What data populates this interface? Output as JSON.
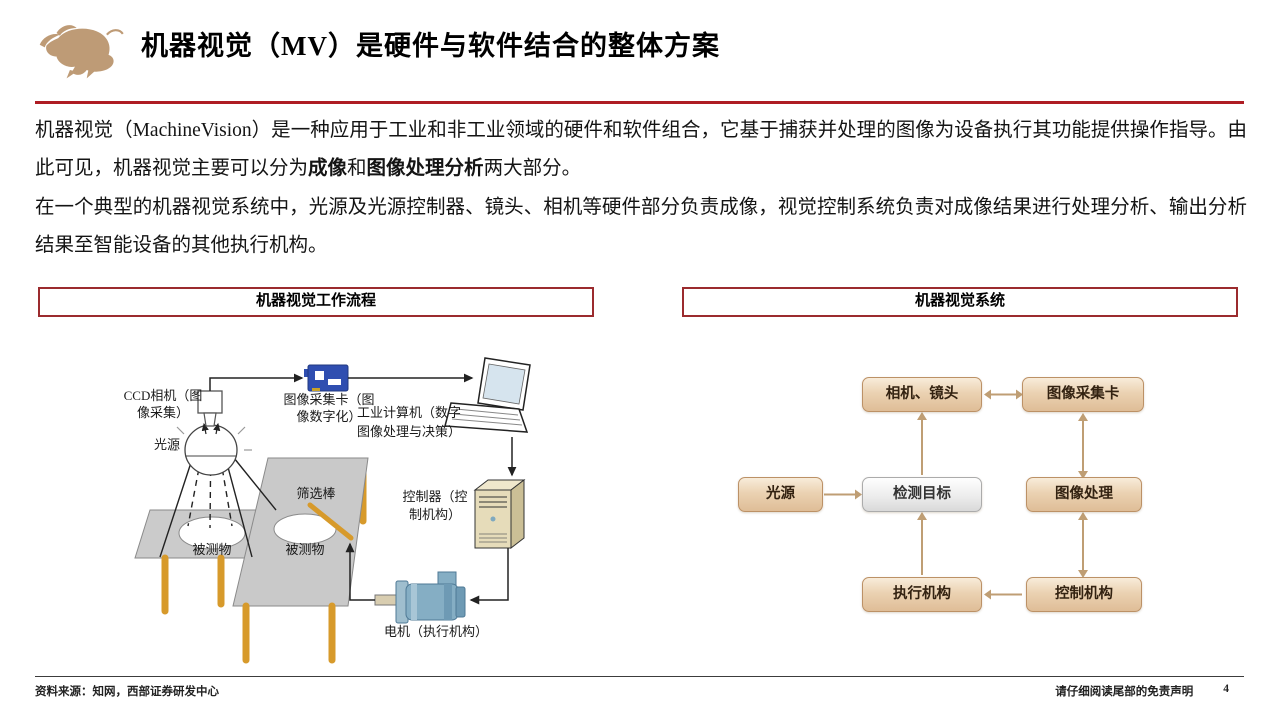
{
  "header": {
    "title": "机器视觉（MV）是硬件与软件结合的整体方案"
  },
  "body": {
    "p1": {
      "t1": "机器视觉（MachineVision）是一种应用于工业和非工业领域的硬件和软件组合，它基于捕获并处理的图像为设备执行其功能提供操作指导。由此可见，机器视觉主要可以分为",
      "b1": "成像",
      "t2": "和",
      "b2": "图像处理分析",
      "t3": "两大部分。"
    },
    "p2": "在一个典型的机器视觉系统中，光源及光源控制器、镜头、相机等硬件部分负责成像，视觉控制系统负责对成像结果进行处理分析、输出分析结果至智能设备的其他执行机构。"
  },
  "panels": {
    "left": {
      "title": "机器视觉工作流程",
      "labels": {
        "ccd_line1": "CCD相机（图",
        "ccd_line2": "像采集）",
        "card_line1": "图像采集卡（图",
        "card_line2": "像数字化）",
        "pc_line1": "工业计算机（数字",
        "pc_line2": "图像处理与决策）",
        "light": "光源",
        "rod": "筛选棒",
        "controller_line1": "控制器（控",
        "controller_line2": "制机构）",
        "object1": "被测物",
        "object2": "被测物",
        "motor": "电机（执行机构）"
      }
    },
    "right": {
      "title": "机器视觉系统",
      "nodes": {
        "camera": "相机、镜头",
        "card": "图像采集卡",
        "light": "光源",
        "target": "检测目标",
        "processing": "图像处理",
        "actuator": "执行机构",
        "control": "控制机构"
      }
    }
  },
  "footer": {
    "source": "资料来源：知网，西部证券研发中心",
    "disclaimer": "请仔细阅读尾部的免责声明",
    "page": "4"
  },
  "colors": {
    "accent_red": "#AE1C23",
    "panel_border": "#9B2B2E",
    "logo_tan": "#BE9B76",
    "node_fill_top": "#F8ECDA",
    "node_fill_bottom": "#DFBD97",
    "node_border": "#BC9166",
    "arrow_tan": "#BF9E74",
    "card_blue": "#2F4EB0",
    "motor_blue": "#85AEC4",
    "leg_orange": "#D79A2B",
    "table_gray": "#C9C9C9"
  }
}
